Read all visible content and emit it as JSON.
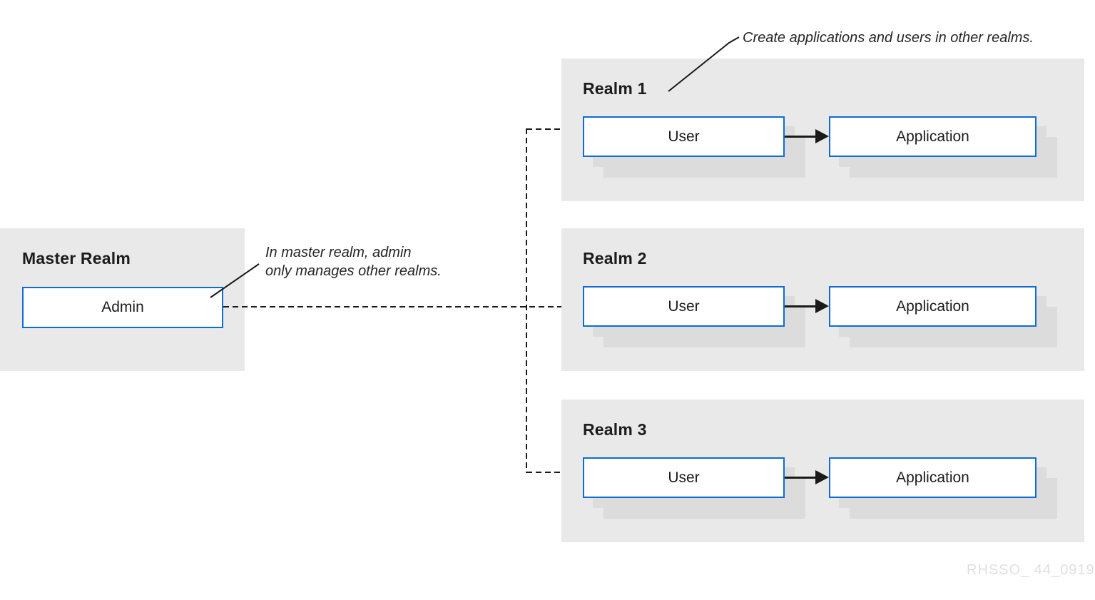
{
  "master_realm": {
    "title": "Master Realm",
    "admin_label": "Admin"
  },
  "realms": [
    {
      "title": "Realm 1",
      "user_label": "User",
      "app_label": "Application"
    },
    {
      "title": "Realm 2",
      "user_label": "User",
      "app_label": "Application"
    },
    {
      "title": "Realm 3",
      "user_label": "User",
      "app_label": "Application"
    }
  ],
  "annotations": {
    "create_apps": "Create applications and users in other realms.",
    "master_note_line1": "In master realm, admin",
    "master_note_line2": "only manages other realms."
  },
  "watermark": "RHSSO_ 44_0919",
  "colors": {
    "container_bg": "#e9e9e9",
    "box_border_blue": "#0e6dd2",
    "box_shadow_gray": "#dcdcdc",
    "line_black": "#1a1a1a",
    "text_dark": "#1c1c1c",
    "watermark_gray": "#e0e0e0"
  }
}
